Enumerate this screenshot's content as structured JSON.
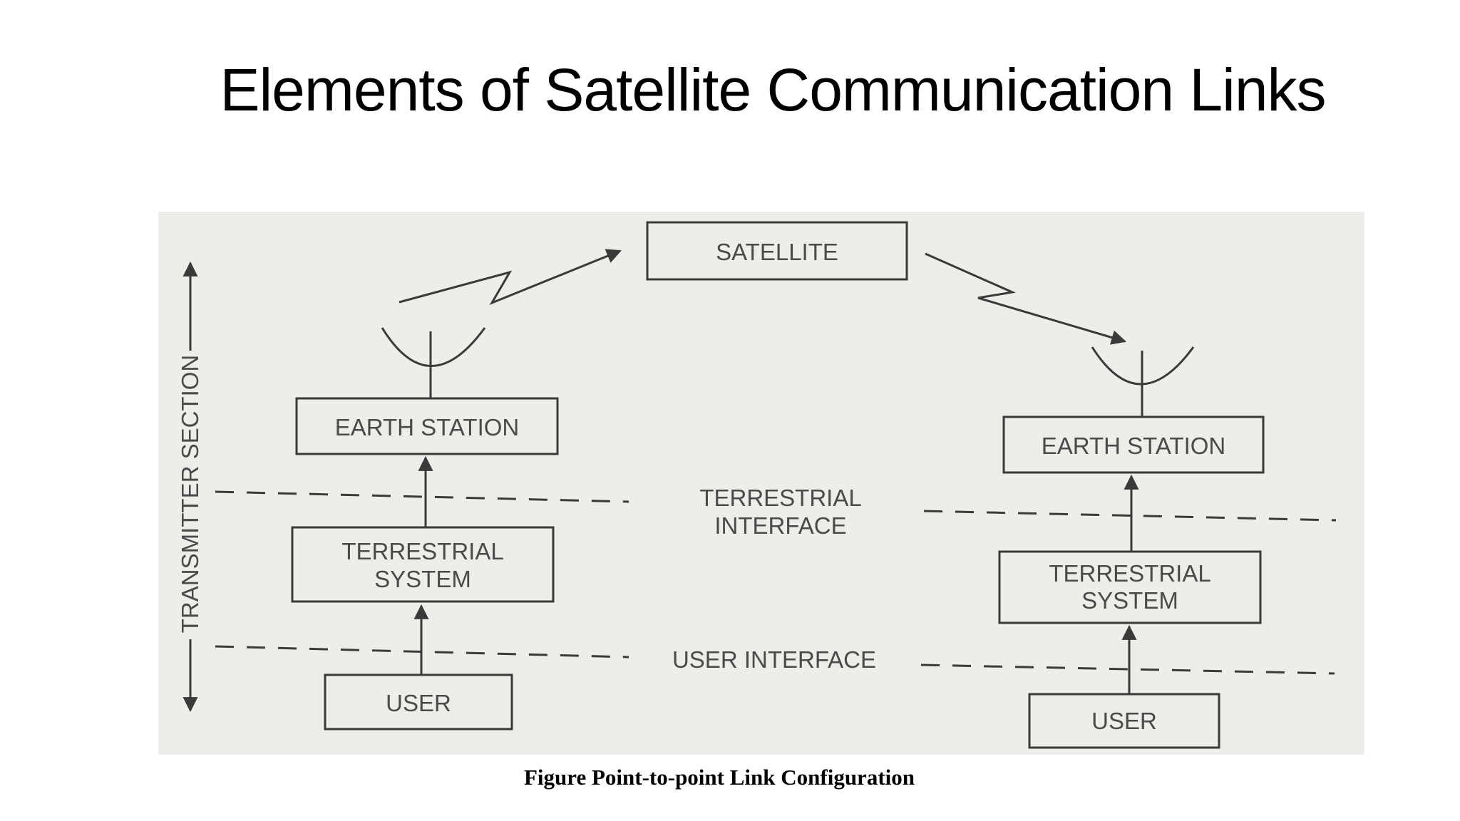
{
  "slide": {
    "title": "Elements of Satellite Communication Links",
    "caption": "Figure Point-to-point Link Configuration"
  },
  "diagram": {
    "satellite_label": "SATELLITE",
    "side_label": "TRANSMITTER SECTION",
    "terrestrial_interface": [
      "TERRESTRIAL",
      "INTERFACE"
    ],
    "user_interface": "USER INTERFACE",
    "left": {
      "earth_station": "EARTH STATION",
      "terrestrial_system": [
        "TERRESTRIAL",
        "SYSTEM"
      ],
      "user": "USER"
    },
    "right": {
      "earth_station": "EARTH STATION",
      "terrestrial_system": [
        "TERRESTRIAL",
        "SYSTEM"
      ],
      "user": "USER"
    }
  },
  "colors": {
    "line": "#3a3a3a",
    "text": "#4a4a4a",
    "background": "#eceeea"
  }
}
